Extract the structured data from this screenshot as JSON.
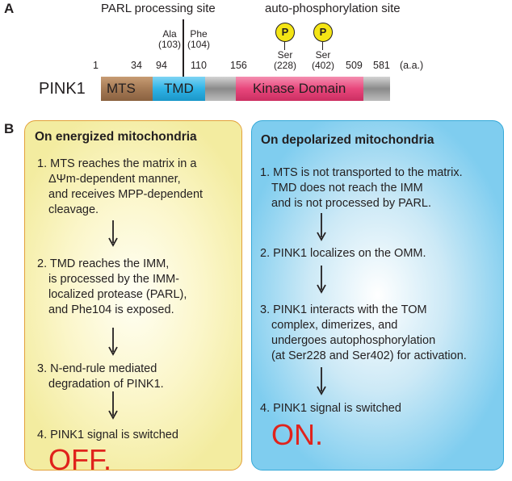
{
  "panel_a": {
    "letter": "A",
    "parl_site_title": "PARL processing site",
    "auto_site_title": "auto-phosphorylation site",
    "ala_label": "Ala",
    "ala_pos": "(103)",
    "phe_label": "Phe",
    "phe_pos": "(104)",
    "p_badge": "P",
    "ser1_label": "Ser",
    "ser1_pos": "(228)",
    "ser2_label": "Ser",
    "ser2_pos": "(402)",
    "positions": [
      "1",
      "34",
      "94",
      "110",
      "156",
      "509",
      "581"
    ],
    "unit": "(a.a.)",
    "protein_name": "PINK1",
    "domains": [
      "MTS",
      "TMD",
      "Kinase Domain"
    ],
    "colors": {
      "mts": "#a57a55",
      "tmd": "#2fb3e6",
      "kinase": "#e8477c",
      "linker": "#9a9a9a",
      "p_badge": "#f4e515"
    }
  },
  "panel_b": {
    "letter": "B",
    "energized": {
      "title": "On energized mitochondria",
      "steps": [
        [
          "1. MTS reaches the matrix in a",
          "ΔΨm-dependent manner,",
          "and receives MPP-dependent",
          "cleavage."
        ],
        [
          "2. TMD reaches the IMM,",
          "is processed by the IMM-",
          "localized protease (PARL),",
          "and Phe104 is exposed."
        ],
        [
          "3. N-end-rule mediated",
          "degradation of PINK1."
        ],
        [
          "4. PINK1 signal is switched"
        ]
      ],
      "result": "OFF.",
      "colors": {
        "border": "#e3a13a",
        "fill": "#f3eca0"
      }
    },
    "depolarized": {
      "title": "On depolarized mitochondria",
      "steps": [
        [
          "1. MTS is not transported to the matrix.",
          "TMD does not reach the IMM",
          "and is not processed by PARL."
        ],
        [
          "2. PINK1 localizes on the OMM."
        ],
        [
          "3. PINK1 interacts with the TOM",
          "complex, dimerizes, and",
          "undergoes autophosphorylation",
          "(at Ser228 and Ser402) for activation."
        ],
        [
          "4. PINK1 signal is switched"
        ]
      ],
      "result": "ON.",
      "colors": {
        "border": "#35a9d8",
        "fill": "#7fcdef"
      }
    },
    "result_color": "#e0231c"
  }
}
